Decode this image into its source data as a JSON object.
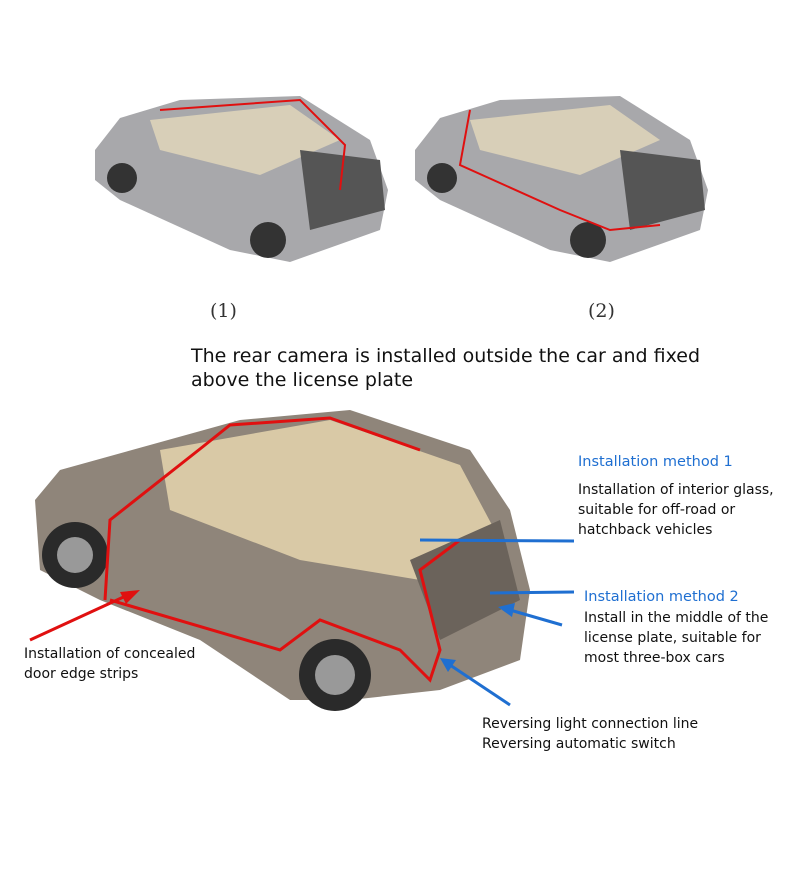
{
  "top_cars": [
    {
      "label": "(1)"
    },
    {
      "label": "(2)"
    }
  ],
  "headline": "The rear camera is installed outside the car and fixed above the license plate",
  "callouts": {
    "method1_title": "Installation method 1",
    "method1_desc": [
      "Installation of interior glass,",
      "suitable for off-road or",
      "hatchback vehicles"
    ],
    "method2_title": "Installation method 2",
    "method2_desc": [
      "Install in the middle of the",
      "license plate, suitable for",
      "most three-box cars"
    ],
    "door_strip": [
      "Installation of concealed",
      "door edge strips"
    ],
    "reversing": [
      "Reversing light connection line",
      "Reversing automatic switch"
    ]
  },
  "colors": {
    "wire": "#e01010",
    "pointer": "#1f6fd1",
    "car_body": "#9a9a9c"
  }
}
